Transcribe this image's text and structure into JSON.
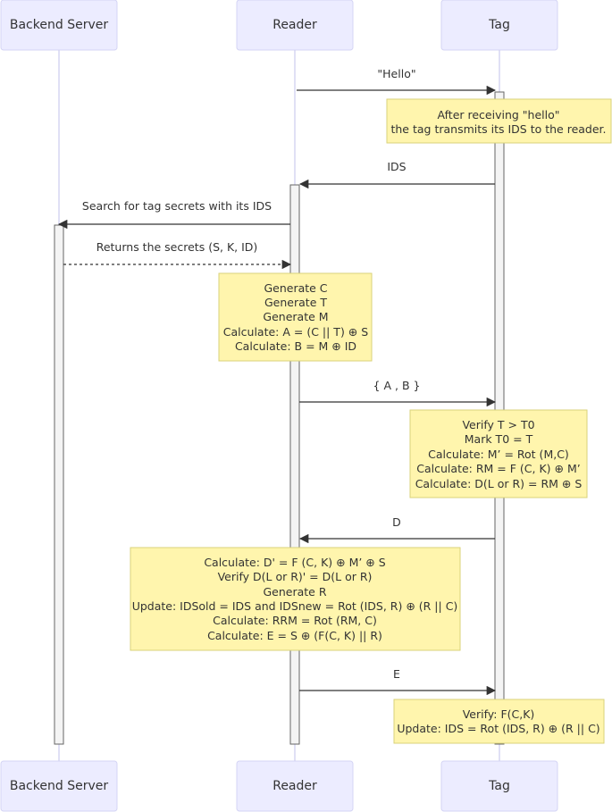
{
  "actors": [
    {
      "id": "server",
      "label": "Backend Server"
    },
    {
      "id": "reader",
      "label": "Reader"
    },
    {
      "id": "tag",
      "label": "Tag"
    }
  ],
  "messages": [
    {
      "id": "hello",
      "label": "\"Hello\"",
      "from": "reader",
      "to": "tag",
      "style": "solid"
    },
    {
      "id": "ids",
      "label": "IDS",
      "from": "tag",
      "to": "reader",
      "style": "solid"
    },
    {
      "id": "search",
      "label": "Search for tag secrets with its IDS",
      "from": "reader",
      "to": "server",
      "style": "solid"
    },
    {
      "id": "returns",
      "label": "Returns the secrets (S, K, ID)",
      "from": "server",
      "to": "reader",
      "style": "dashed"
    },
    {
      "id": "ab",
      "label": "{ A , B }",
      "from": "reader",
      "to": "tag",
      "style": "solid"
    },
    {
      "id": "d",
      "label": "D",
      "from": "tag",
      "to": "reader",
      "style": "solid"
    },
    {
      "id": "e",
      "label": "E",
      "from": "reader",
      "to": "tag",
      "style": "solid"
    }
  ],
  "notes": [
    {
      "id": "note1",
      "over": "tag",
      "lines": [
        "After receiving \"hello\"",
        "the tag transmits its IDS to the reader."
      ]
    },
    {
      "id": "note2",
      "over": "reader",
      "lines": [
        "Generate C",
        "Generate T",
        "Generate M",
        "Calculate: A = (C || T) ⊕ S",
        "Calculate: B = M ⊕ ID"
      ]
    },
    {
      "id": "note3",
      "over": "tag",
      "lines": [
        "Verify T > T0",
        "Mark T0 = T",
        "Calculate: M’ = Rot (M,C)",
        "Calculate: RM = F (C, K) ⊕ M’",
        "Calculate: D(L or R) = RM ⊕ S"
      ]
    },
    {
      "id": "note4",
      "over": "reader",
      "lines": [
        "Calculate: D' = F (C, K) ⊕ M’ ⊕ S",
        "Verify D(L or R)' = D(L or R)",
        "Generate R",
        "Update: IDSold = IDS and IDSnew = Rot (IDS, R) ⊕ (R || C)",
        "Calculate: RRM = Rot (RM, C)",
        "Calculate: E = S ⊕ (F(C, K) || R)"
      ]
    },
    {
      "id": "note5",
      "over": "tag",
      "lines": [
        "Verify: F(C,K)",
        "Update: IDS = Rot (IDS, R) ⊕ (R || C)"
      ]
    }
  ]
}
